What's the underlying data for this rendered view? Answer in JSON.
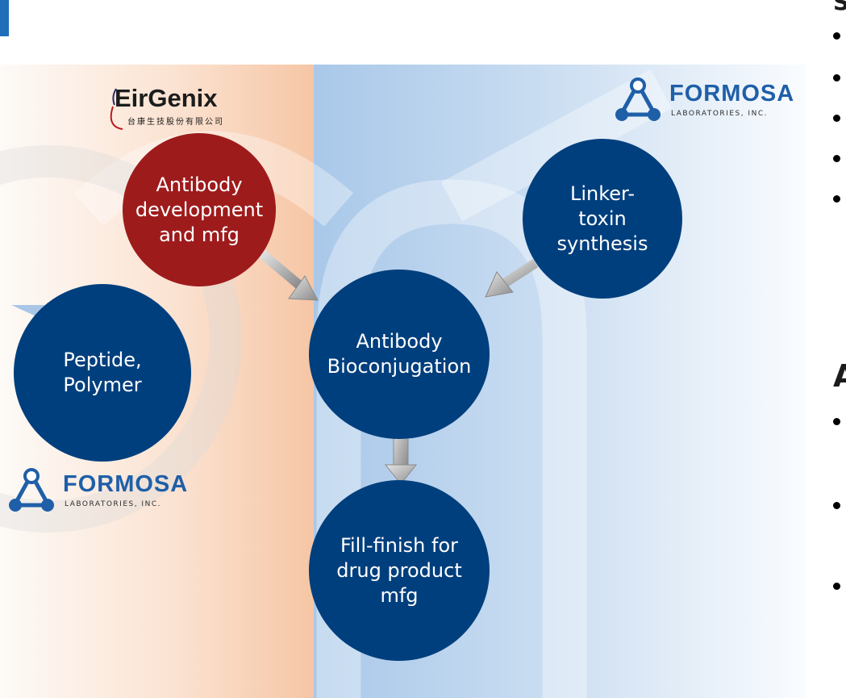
{
  "nodes": {
    "antibody": "Antibody\ndevelopment\nand mfg",
    "linker": "Linker-\ntoxin\nsynthesis",
    "conjugation": "Antibody\nBioconjugation",
    "peptide": "Peptide,\nPolymer",
    "fillfinish": "Fill-finish for\ndrug product\nmfg"
  },
  "logos": {
    "eirgenix_name": "EirGenix",
    "eirgenix_sub": "台康生技股份有限公司",
    "formosa_name": "FORMOSA",
    "formosa_sub": "LABORATORIES, INC."
  },
  "right_column": {
    "heading_fragment_1": "S",
    "heading_fragment_2": "A"
  },
  "colors": {
    "node_blue": "#003f7d",
    "node_red": "#9e1b1c",
    "formosa_blue": "#1f5fa8",
    "eirgenix_red": "#c0151c"
  }
}
